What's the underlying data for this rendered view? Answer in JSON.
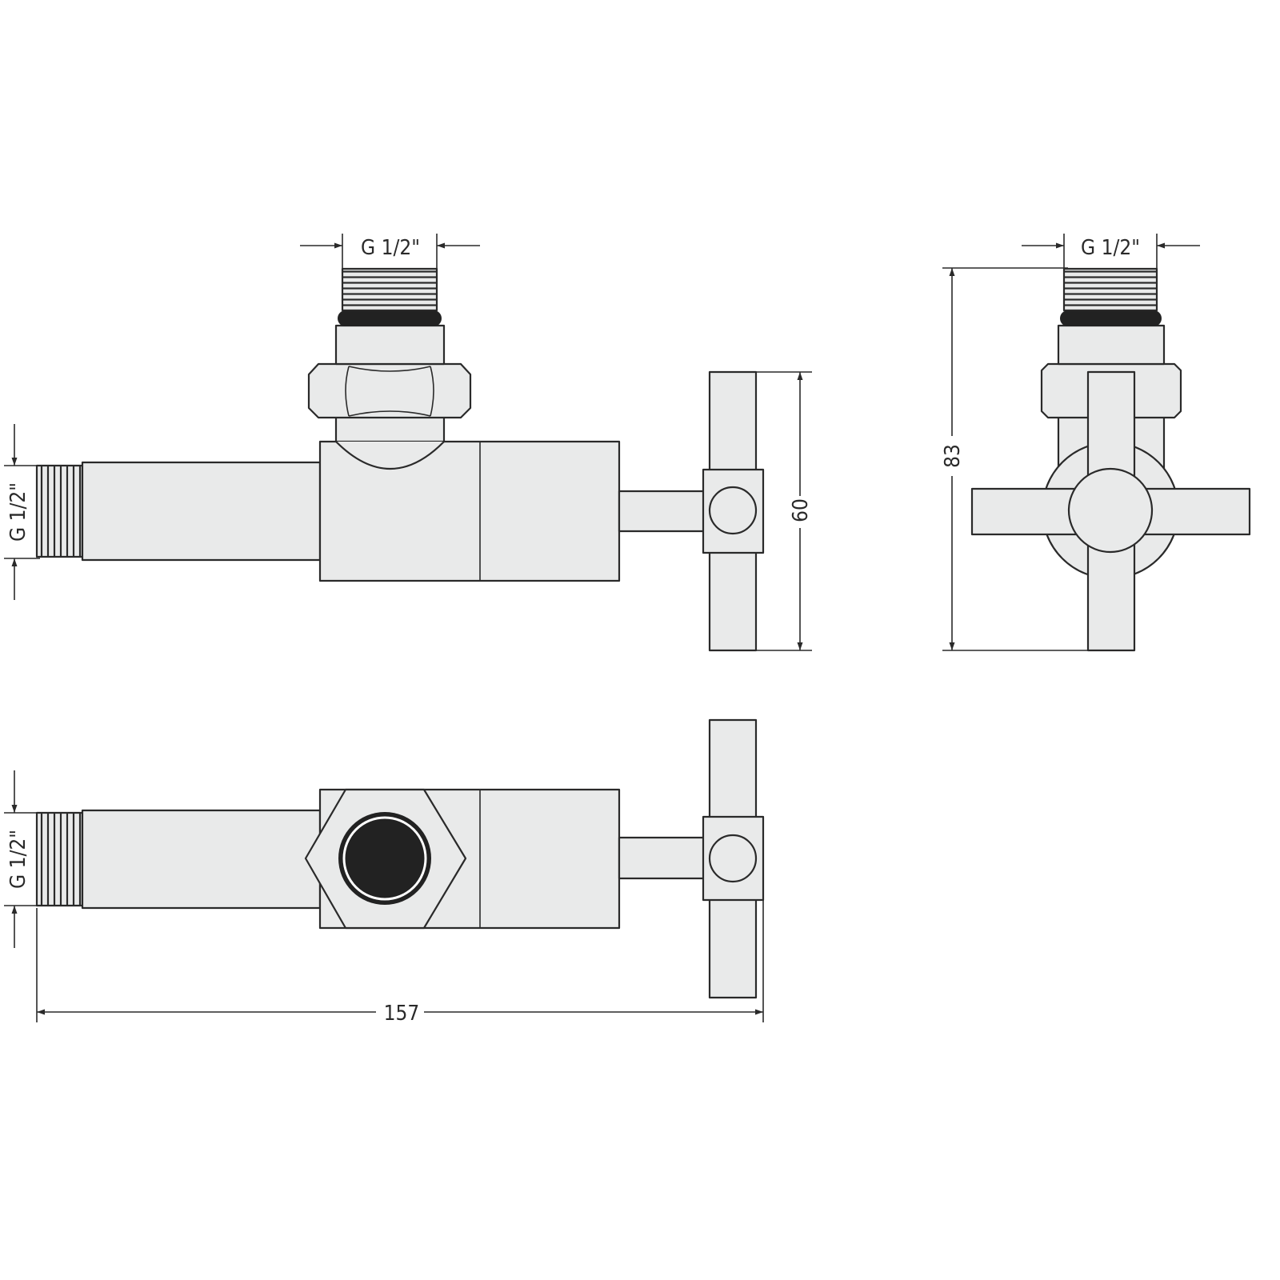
{
  "title": "Angle valve dimensional drawing",
  "dimensions": {
    "top_thread": "G 1/2\"",
    "side_thread": "G 1/2\"",
    "bottom_side_thread": "G 1/2\"",
    "right_top_thread": "G 1/2\"",
    "handle_height": "60",
    "total_height": "83",
    "total_length": "157"
  },
  "colors": {
    "fill": "#e9eaea",
    "line": "#2a2a2a",
    "seal": "#222222"
  }
}
